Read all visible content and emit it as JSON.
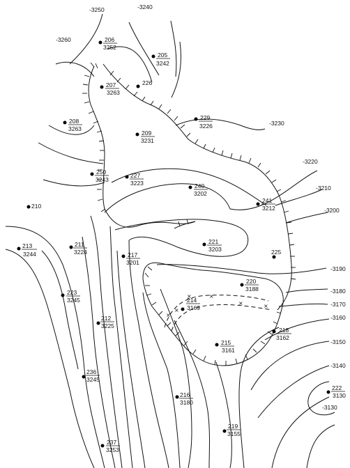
{
  "contour_labels": {
    "c3250": "-3250",
    "c3240": "-3240",
    "c3260": "-3260",
    "c3230": "-3230",
    "c3220": "-3220",
    "c3210": "-3210",
    "c3200": "-3200",
    "c3190": "-3190",
    "c3180": "-3180",
    "c3170": "-3170",
    "c3160": "-3160",
    "c3150": "-3150",
    "c3140": "-3140",
    "c3130": "-3130"
  },
  "wells": {
    "w206": {
      "name": "206",
      "depth": "3252"
    },
    "w205": {
      "name": "205",
      "depth": "3242"
    },
    "w207": {
      "name": "207",
      "depth": "3263"
    },
    "w226": {
      "name": "226"
    },
    "w208": {
      "name": "208",
      "depth": "3263"
    },
    "w229": {
      "name": "229",
      "depth": "3226"
    },
    "w209": {
      "name": "209",
      "depth": "3231"
    },
    "w250": {
      "name": "250",
      "depth": "3243"
    },
    "w227": {
      "name": "227",
      "depth": "3223"
    },
    "w240": {
      "name": "240",
      "depth": "3202"
    },
    "w241": {
      "name": "241",
      "depth": "3212"
    },
    "w210": {
      "name": "210"
    },
    "w211": {
      "name": "211",
      "depth": "3224"
    },
    "w213": {
      "name": "213",
      "depth": "3244"
    },
    "w221": {
      "name": "221",
      "depth": "3203"
    },
    "w217": {
      "name": "217",
      "depth": "3201"
    },
    "w225": {
      "name": "225"
    },
    "w220": {
      "name": "220",
      "depth": "3188"
    },
    "w223": {
      "name": "223",
      "depth": "3245"
    },
    "w214": {
      "name": "214",
      "depth": "3169"
    },
    "w212": {
      "name": "212",
      "depth": "3225"
    },
    "w218": {
      "name": "218",
      "depth": "3162"
    },
    "w215": {
      "name": "215",
      "depth": "3161"
    },
    "w236": {
      "name": "236",
      "depth": "3245"
    },
    "w222": {
      "name": "222",
      "depth": "3130"
    },
    "w216": {
      "name": "216",
      "depth": "3180"
    },
    "w219": {
      "name": "219",
      "depth": "3155"
    },
    "w237": {
      "name": "237",
      "depth": "3253"
    }
  }
}
